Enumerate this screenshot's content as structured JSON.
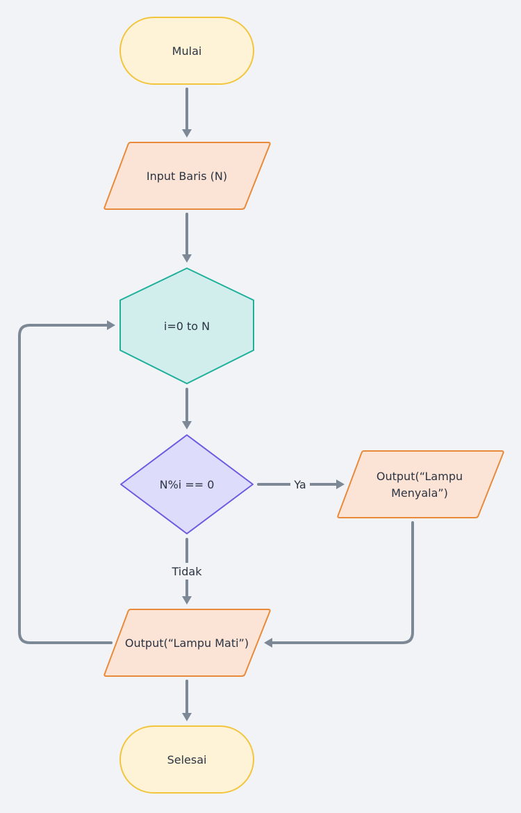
{
  "nodes": {
    "start": "Mulai",
    "input": "Input Baris (N)",
    "loop": "i=0 to N",
    "decision": "N%i == 0",
    "output_on_line1": "Output(“Lampu",
    "output_on_line2": "Menyala”)",
    "output_off": "Output(“Lampu Mati”)",
    "end": "Selesai"
  },
  "edges": {
    "yes_label": "Ya",
    "no_label": "Tidak"
  },
  "colors": {
    "background": "#f1f3f6",
    "terminal_fill": "#fef3d6",
    "terminal_stroke": "#f2c53d",
    "io_fill": "#fbe3d6",
    "io_stroke": "#e88a3a",
    "loop_fill": "#d2eeec",
    "loop_stroke": "#1fb09b",
    "decision_fill": "#dedcfb",
    "decision_stroke": "#6b5be0",
    "edge": "#7d8896"
  }
}
